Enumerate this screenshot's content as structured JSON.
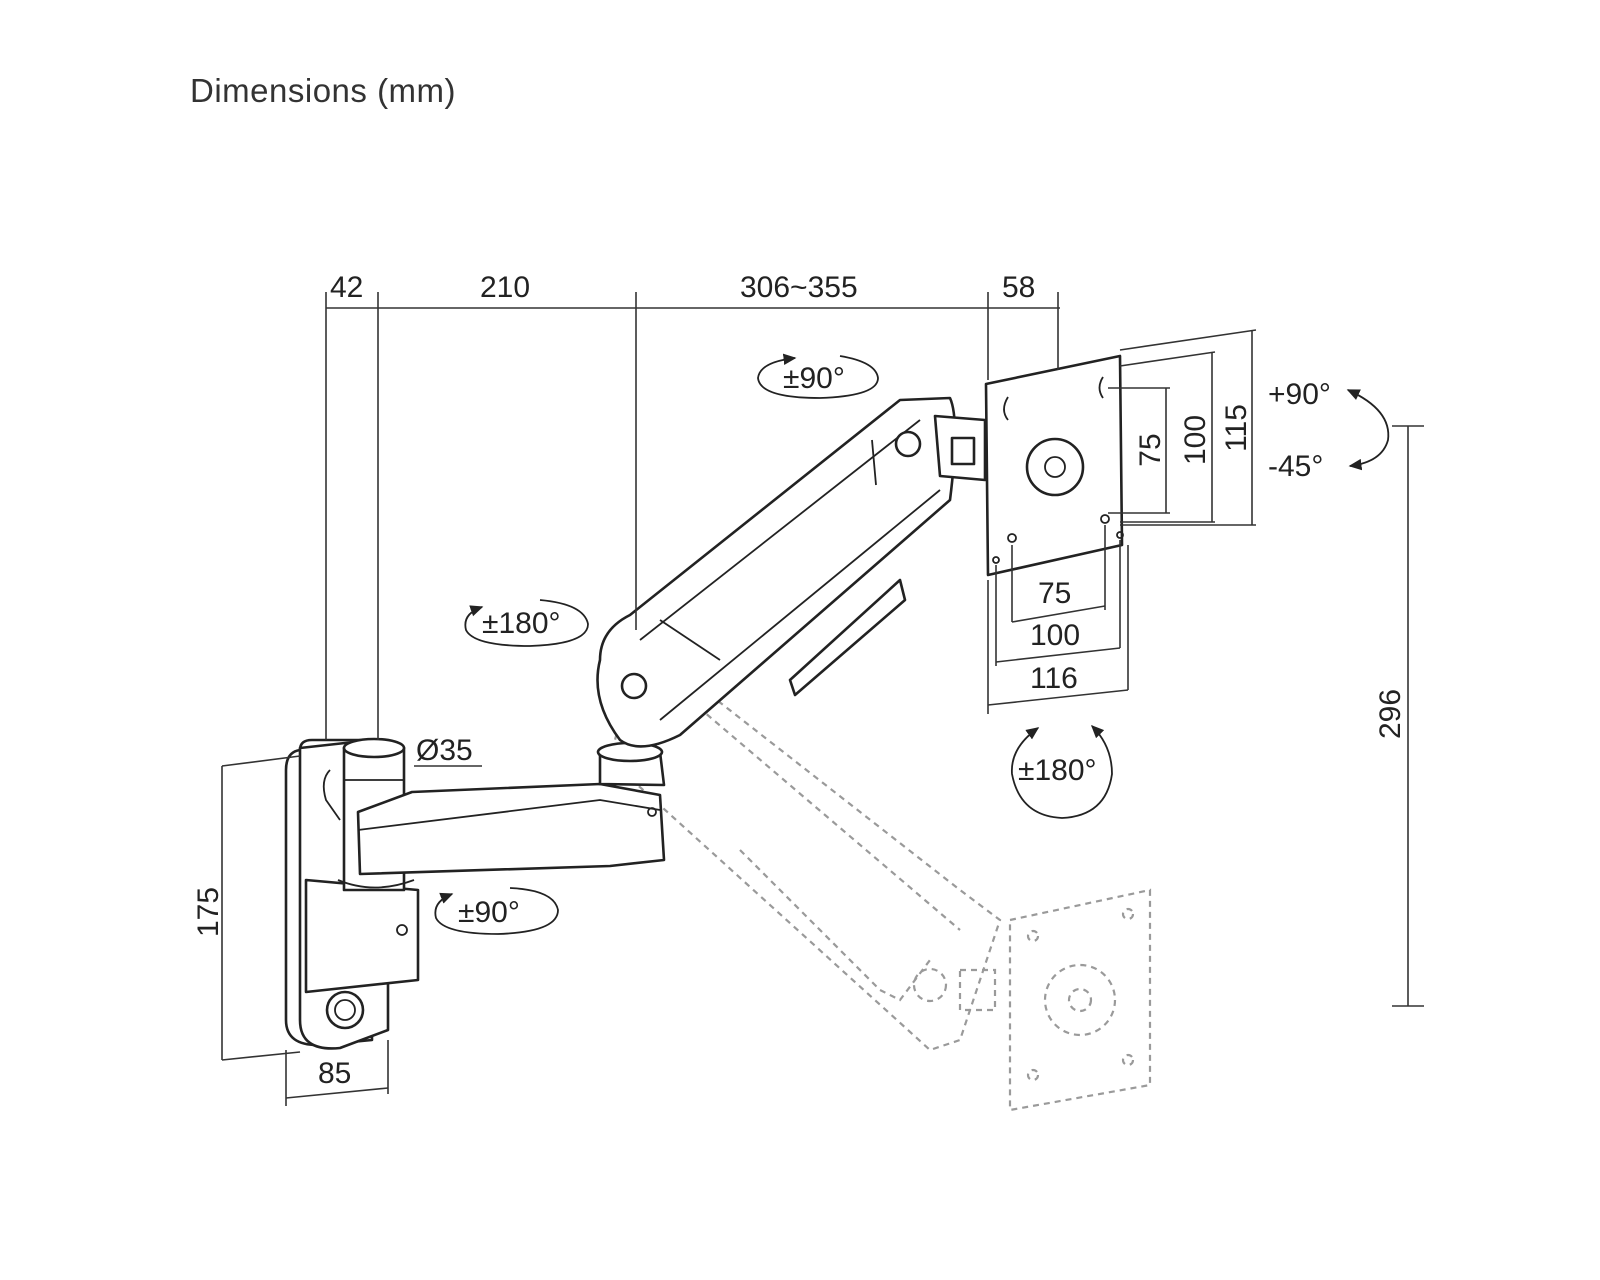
{
  "title": "Dimensions (mm)",
  "dimensions": {
    "d42": "42",
    "d210": "210",
    "d306_355": "306~355",
    "d58": "58",
    "d175": "175",
    "d85": "85",
    "d296": "296",
    "diameter": "Ø35",
    "vesa_v75": "75",
    "vesa_v100": "100",
    "vesa_v115": "115",
    "vesa_h75": "75",
    "vesa_h100": "100",
    "vesa_h116": "116"
  },
  "rotations": {
    "arm_top": "±90°",
    "elbow": "±180°",
    "base": "±90°",
    "plate": "±180°",
    "tilt_up": "+90°",
    "tilt_down": "-45°"
  }
}
